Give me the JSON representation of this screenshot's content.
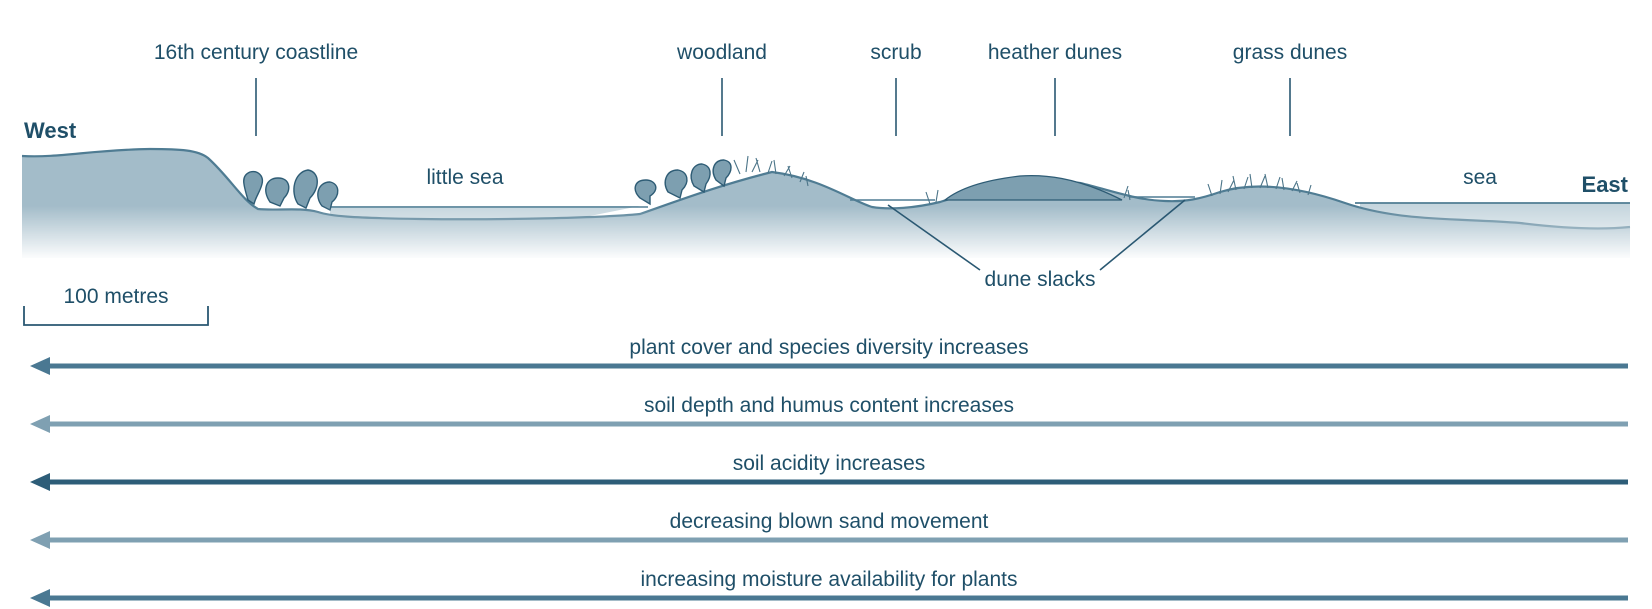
{
  "labels": {
    "west": "West",
    "east": "East",
    "coastline": "16th century coastline",
    "little_sea": "little sea",
    "woodland": "woodland",
    "scrub": "scrub",
    "heather_dunes": "heather dunes",
    "grass_dunes": "grass dunes",
    "sea": "sea",
    "dune_slacks": "dune slacks",
    "scale": "100 metres"
  },
  "trends": [
    {
      "text": "plant cover and species diversity increases",
      "color": "#4a7892"
    },
    {
      "text": "soil depth and humus content increases",
      "color": "#7fa0b2"
    },
    {
      "text": "soil acidity increases",
      "color": "#2d5d78"
    },
    {
      "text": "decreasing blown sand movement",
      "color": "#7fa0b2"
    },
    {
      "text": "increasing moisture availability for plants",
      "color": "#4a7892"
    }
  ],
  "colors": {
    "land": "#a3bcc9",
    "land_edge": "#4f7c93",
    "water": "#c6d6de",
    "text": "#1f4f68"
  }
}
